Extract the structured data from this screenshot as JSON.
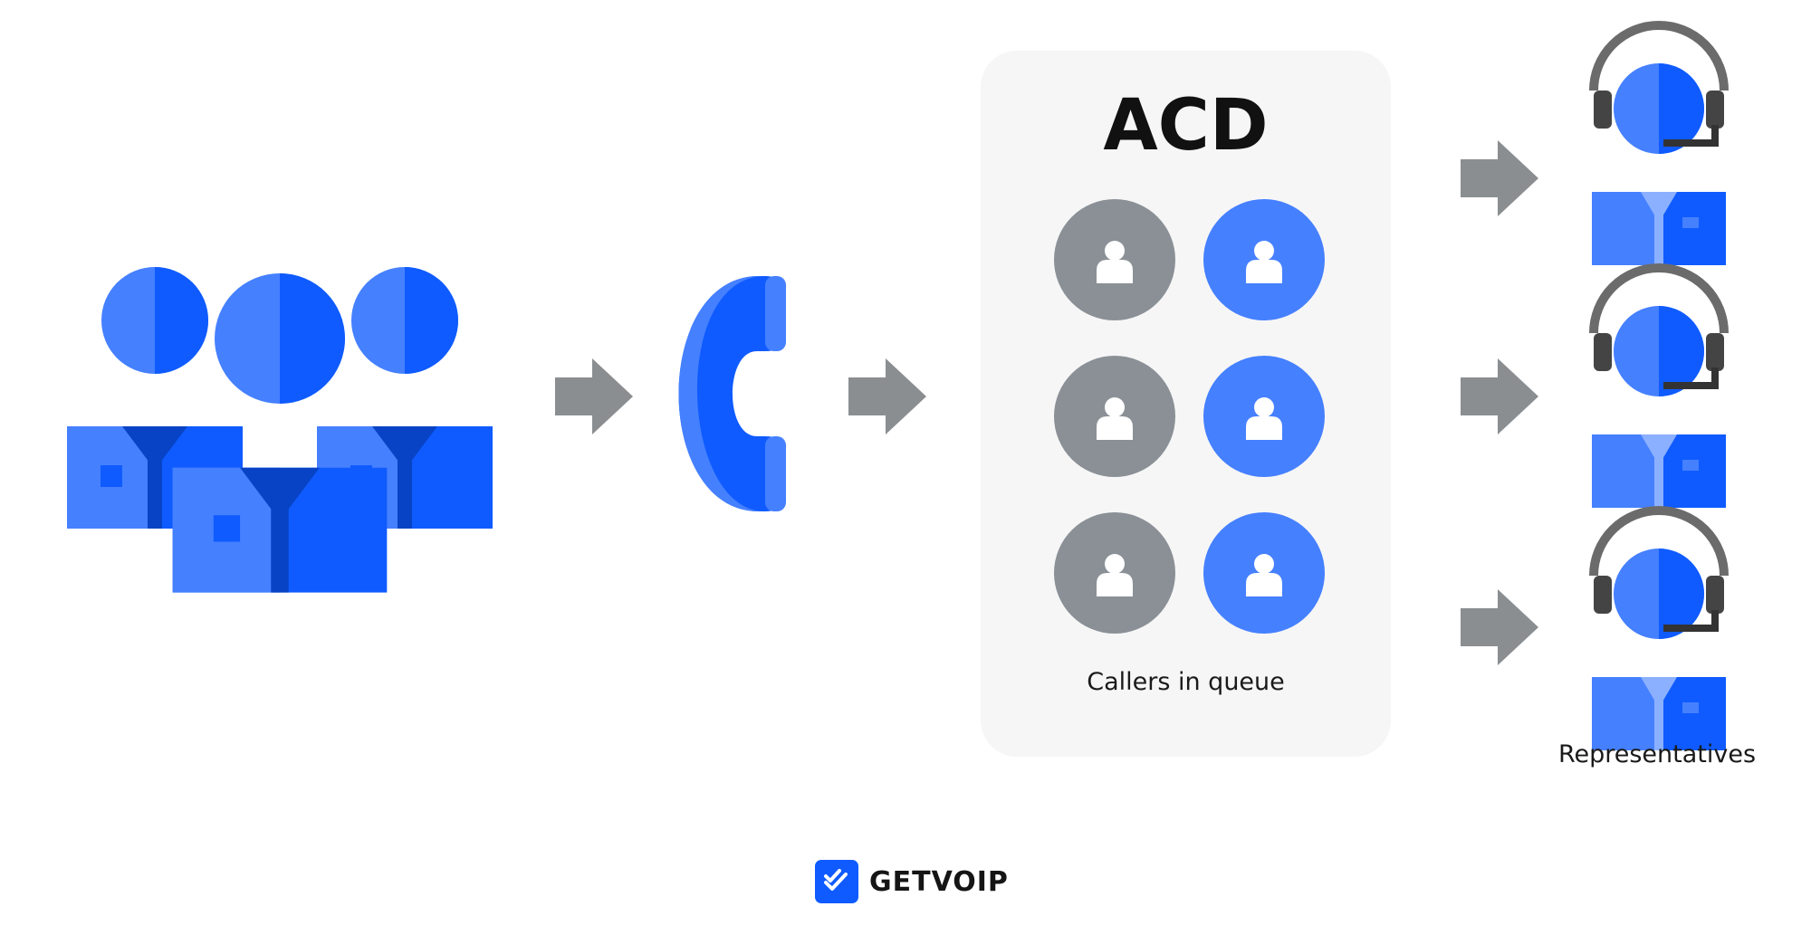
{
  "acd": {
    "title": "ACD",
    "queue_label": "Callers in queue"
  },
  "representatives": {
    "label": "Representatives"
  },
  "brand": {
    "name": "GETVOIP",
    "icon": "double-check-icon"
  },
  "queue": [
    "grey",
    "blue",
    "grey",
    "blue",
    "grey",
    "blue"
  ],
  "colors": {
    "blue": "#0f5bff",
    "light_blue": "#4580ff",
    "dark_blue": "#0743c4",
    "grey": "#8a9096",
    "arrow": "#8a8e91",
    "headset": "#6b6b6b",
    "panel": "#f6f6f6"
  }
}
